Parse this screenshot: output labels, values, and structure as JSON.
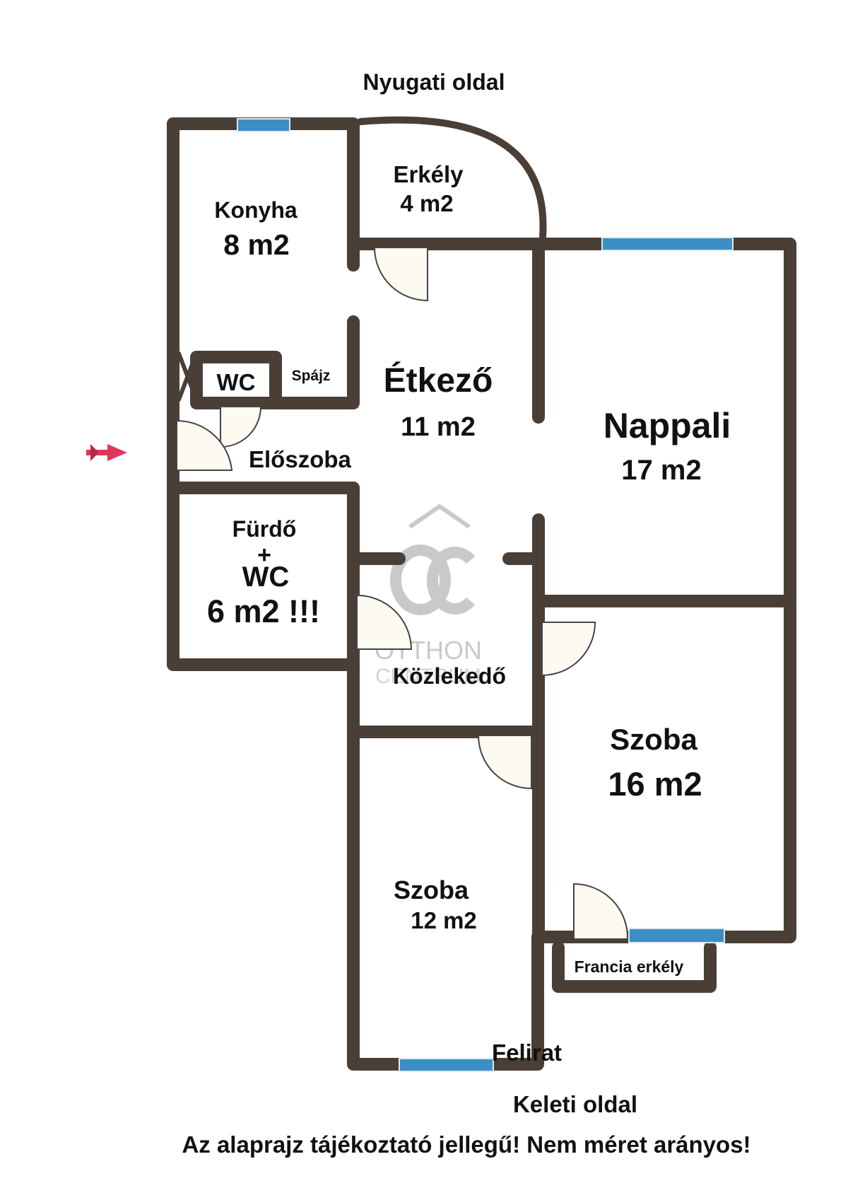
{
  "orientation": {
    "top": "Nyugati oldal",
    "bottom": "Keleti oldal"
  },
  "rooms": {
    "konyha": {
      "name": "Konyha",
      "area": "8 m2"
    },
    "erkely": {
      "name": "Erkély",
      "area": "4 m2"
    },
    "etkezo": {
      "name": "Étkező",
      "area": "11 m2"
    },
    "nappali": {
      "name": "Nappali",
      "area": "17 m2"
    },
    "wc": {
      "name": "WC"
    },
    "spajz": {
      "name": "Spájz"
    },
    "eloszoba": {
      "name": "Előszoba"
    },
    "furdo": {
      "name": "Fürdő",
      "plus": "+",
      "wc": "WC",
      "area": "6 m2 !!!"
    },
    "kozlekedo": {
      "name": "Közlekedő"
    },
    "szoba_nagy": {
      "name": "Szoba",
      "area": "16 m2"
    },
    "szoba_kicsi": {
      "name": "Szoba",
      "area": "12 m2"
    },
    "francia_erkely": {
      "name": "Francia erkély"
    }
  },
  "sign_label": "Felirat",
  "watermark": {
    "logo": "OC",
    "line1": "OTTHON",
    "line2": "CENTRUM"
  },
  "disclaimer": "Az alaprajz tájékoztató jellegű! Nem méret arányos!",
  "colors": {
    "wall": "#4a3f37",
    "window": "#3b8fc4",
    "door": "#fdfaf2",
    "entrance_arrow": "#e0365a"
  }
}
